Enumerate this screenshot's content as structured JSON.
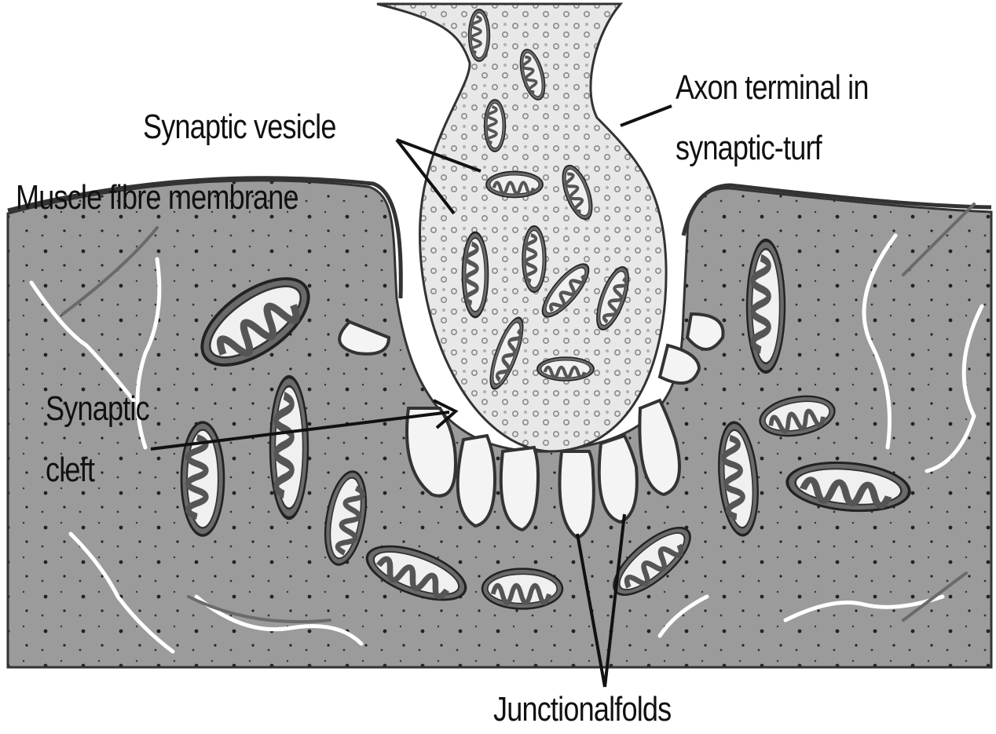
{
  "labels": {
    "axon_terminal_line1": "Axon terminal in",
    "axon_terminal_line2": "synaptic-turf",
    "synaptic_vesicle": "Synaptic vesicle",
    "muscle_fibre_membrane": "Muscle fibre membrane",
    "synaptic_cleft_line1": "Synaptic",
    "synaptic_cleft_line2": "cleft",
    "junctional_folds": "Junctionalfolds"
  }
}
